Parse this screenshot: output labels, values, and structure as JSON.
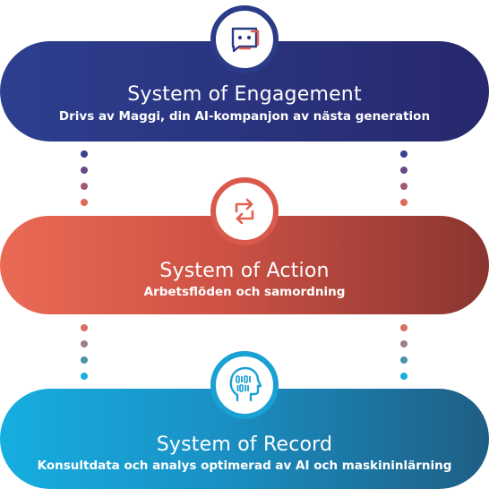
{
  "layers": [
    {
      "title": "System of Engagement",
      "subtitle": "Drivs av Maggi, din AI-kompanjon av nästa generation",
      "icon": "chat-bot-icon"
    },
    {
      "title": "System of Action",
      "subtitle": "Arbetsflöden och samordning",
      "icon": "cycle-arrows-icon"
    },
    {
      "title": "System of Record",
      "subtitle": "Konsultdata och analys optimerad av AI och maskininlärning",
      "icon": "ai-head-binary-icon"
    }
  ],
  "colors": {
    "engagement": "#2d3f8f",
    "action": "#e2604f",
    "record": "#16aee0",
    "dots_upper": [
      "#3a3f90",
      "#6a4a86",
      "#a05a74",
      "#dd6a5a"
    ],
    "dots_lower": [
      "#d96e62",
      "#9a8282",
      "#4a93a9",
      "#1aaedb"
    ]
  }
}
